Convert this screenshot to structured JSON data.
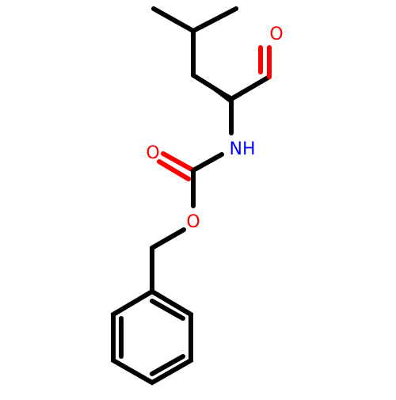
{
  "atoms": {
    "aldehyde_oxygen": "O",
    "amide_nitrogen": "NH",
    "carbonyl_oxygen": "O",
    "ester_oxygen": "O"
  },
  "colors": {
    "bond": "#000000",
    "oxygen": "#ff0000",
    "nitrogen": "#0000ff",
    "background": "#ffffff"
  }
}
